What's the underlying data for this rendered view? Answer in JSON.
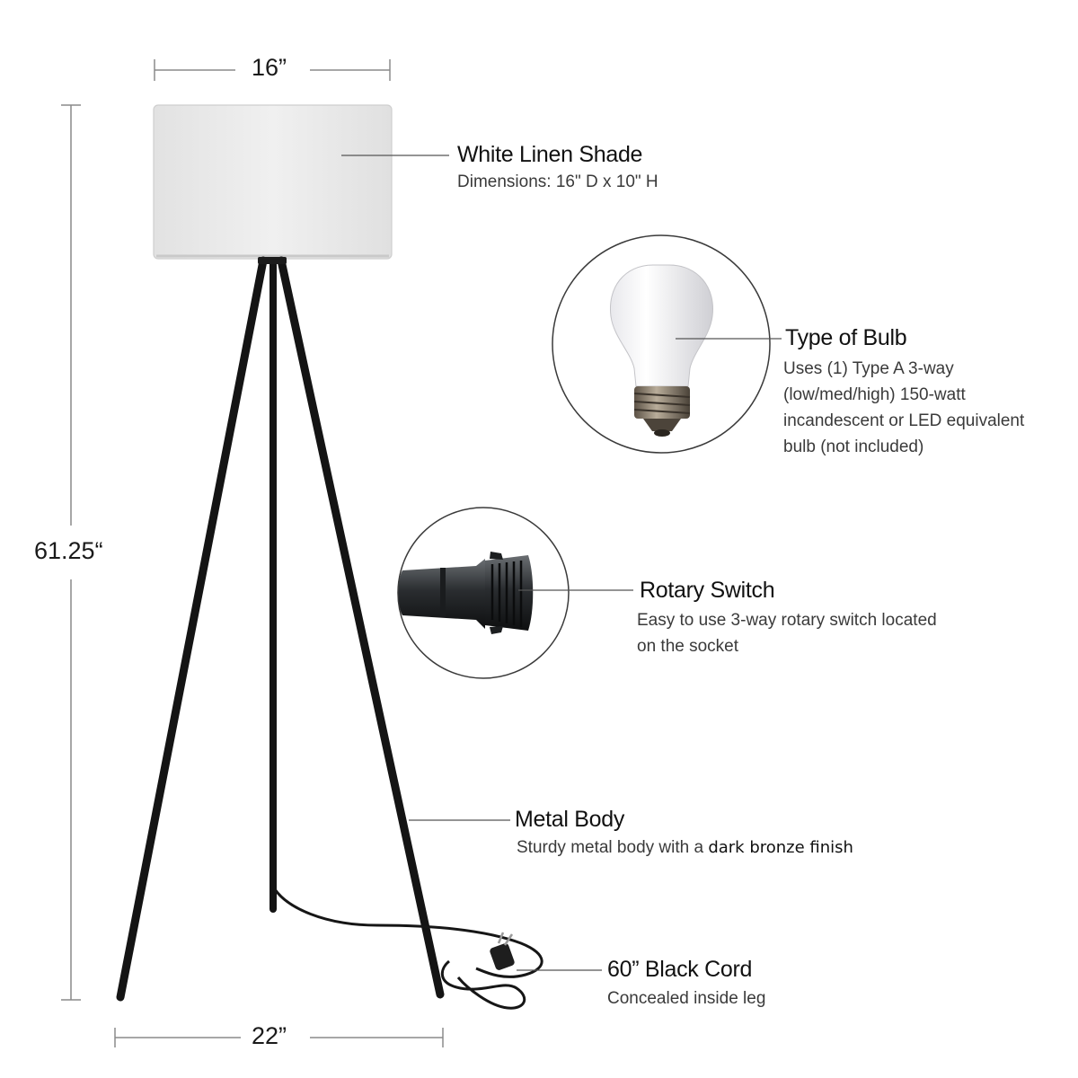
{
  "dimensions": {
    "shade_width": "16”",
    "height": "61.25“",
    "base_width": "22”"
  },
  "callouts": {
    "shade": {
      "title": "White Linen Shade",
      "desc": "Dimensions: 16\" D x 10\" H"
    },
    "bulb": {
      "title": "Type of Bulb",
      "lines": [
        "Uses (1) Type A  3-way",
        "(low/med/high) 150-watt",
        "incandescent or LED equivalent",
        "bulb (not included)"
      ]
    },
    "switch": {
      "title": "Rotary Switch",
      "lines": [
        "Easy to use 3-way rotary  switch located",
        "on the socket"
      ]
    },
    "body": {
      "title": "Metal Body",
      "desc_prefix": "Sturdy metal body with a ",
      "desc_emphasis": "dark bronze finish"
    },
    "cord": {
      "title": "60” Black Cord",
      "desc": "Concealed inside leg"
    }
  },
  "icons": {
    "bulb_detail": "light-bulb-icon",
    "switch_detail": "rotary-switch-icon"
  },
  "colors": {
    "lamp_metal": "#141414",
    "shade": "#ebebeb",
    "leader_line": "#555555",
    "circle_outline": "#3a3a3a"
  }
}
